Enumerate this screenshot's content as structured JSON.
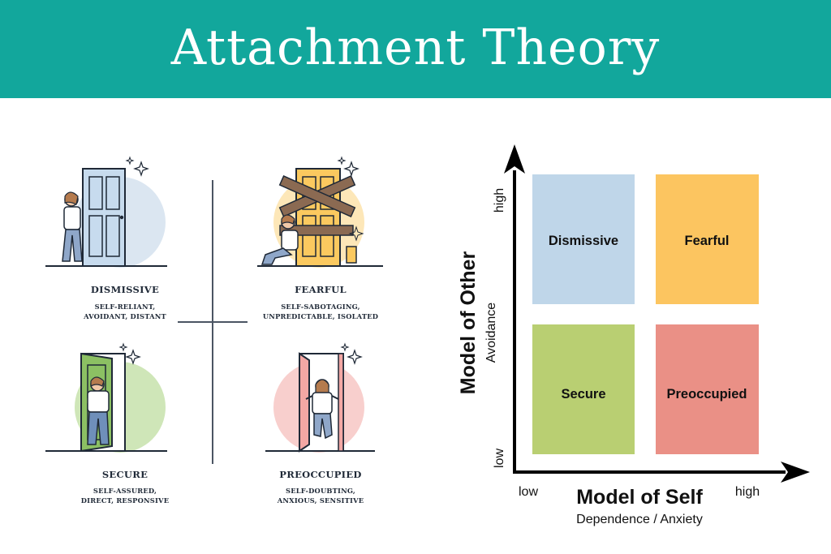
{
  "title": "Attachment Theory",
  "styles": [
    {
      "name": "DISMISSIVE",
      "desc": "SELF-RELIANT,\nAVOIDANT, DISTANT",
      "door": "#c7dbee",
      "bg": "#dbe6f1"
    },
    {
      "name": "FEARFUL",
      "desc": "SELF-SABOTAGING,\nUNPREDICTABLE, ISOLATED",
      "door": "#fbc95f",
      "bg": "#fde7b8"
    },
    {
      "name": "SECURE",
      "desc": "SELF-ASSURED,\nDIRECT, RESPONSIVE",
      "door": "#8cc063",
      "bg": "#cfe6b8"
    },
    {
      "name": "PREOCCUPIED",
      "desc": "SELF-DOUBTING,\nANXIOUS, SENSITIVE",
      "door": "#f3a7a4",
      "bg": "#f8cfcd"
    }
  ],
  "quadrant": {
    "cells": [
      {
        "label": "Dismissive",
        "color": "#bfd6e9"
      },
      {
        "label": "Fearful",
        "color": "#fcc560"
      },
      {
        "label": "Secure",
        "color": "#b9cf72"
      },
      {
        "label": "Preoccupied",
        "color": "#ea9086"
      }
    ],
    "y_axis": {
      "title": "Model of Other",
      "subtitle": "Avoidance",
      "high": "high",
      "low": "low"
    },
    "x_axis": {
      "title": "Model of Self",
      "subtitle": "Dependence / Anxiety",
      "low": "low",
      "high": "high"
    }
  }
}
